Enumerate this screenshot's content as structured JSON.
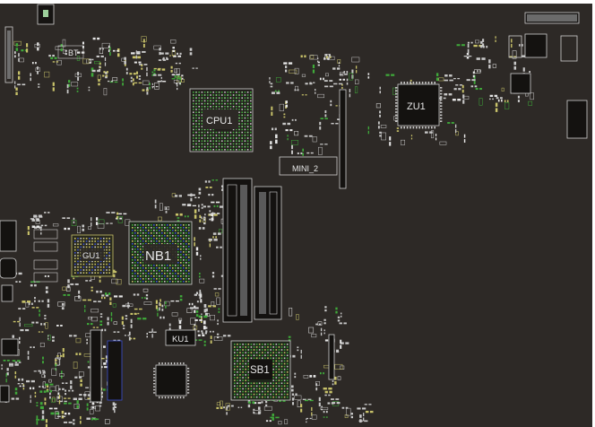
{
  "labels": {
    "bt": "BT",
    "cpu": "CPU1",
    "mini": "MINI_2",
    "zu": "ZU1",
    "gu": "GU1",
    "nb": "NB1",
    "ku": "KU1",
    "sb": "SB1"
  },
  "colors": {
    "background": "#2d2926",
    "outline": "#d8d8d8",
    "pad": "#c8c8c8",
    "green": "#3faa3a",
    "yellow": "#c9c36a",
    "blue": "#3b4fd0"
  }
}
